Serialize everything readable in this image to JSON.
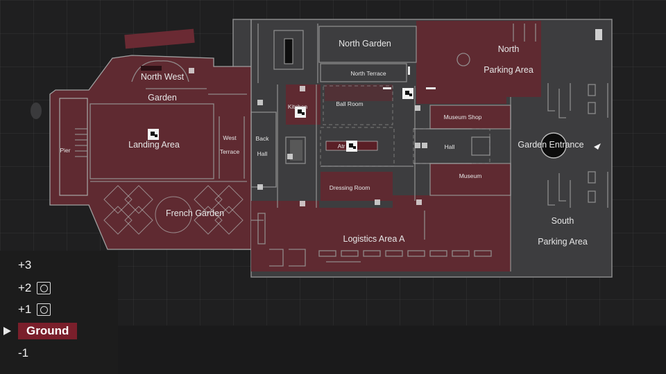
{
  "map": {
    "labels": {
      "north_west": "North West",
      "garden": "Garden",
      "north_garden": "North Garden",
      "north": "North",
      "north_parking_area": "Parking Area",
      "north_terrace": "North Terrace",
      "kitchen": "Kitchen",
      "ball_room": "Ball Room",
      "museum_shop": "Museum Shop",
      "landing_area": "Landing Area",
      "pier": "Pier",
      "west": "West",
      "terrace": "Terrace",
      "back": "Back",
      "hall_back": "Hall",
      "atrium": "Atr",
      "hall": "Hall",
      "garden_entrance": "Garden Entrance",
      "museum": "Museum",
      "dressing_room": "Dressing Room",
      "french_garden": "French Garden",
      "logistics_area_a": "Logistics Area A",
      "south": "South",
      "south_parking_area": "Parking Area"
    },
    "icons": {
      "stairs": "stairs-icon",
      "player": "player-arrow-icon",
      "objective": "objective-marker-icon"
    },
    "colors": {
      "background": "#1f1f20",
      "restricted_zone": "#5f2a31",
      "public_zone": "#3d3d3f",
      "walls": "#9a9a9a",
      "selected_floor": "#7a1f2b"
    }
  },
  "floors": {
    "items": [
      {
        "label": "+3",
        "has_objective": false
      },
      {
        "label": "+2",
        "has_objective": true
      },
      {
        "label": "+1",
        "has_objective": true
      },
      {
        "label": "Ground",
        "has_objective": false
      },
      {
        "label": "-1",
        "has_objective": false
      }
    ],
    "selected": "Ground"
  }
}
